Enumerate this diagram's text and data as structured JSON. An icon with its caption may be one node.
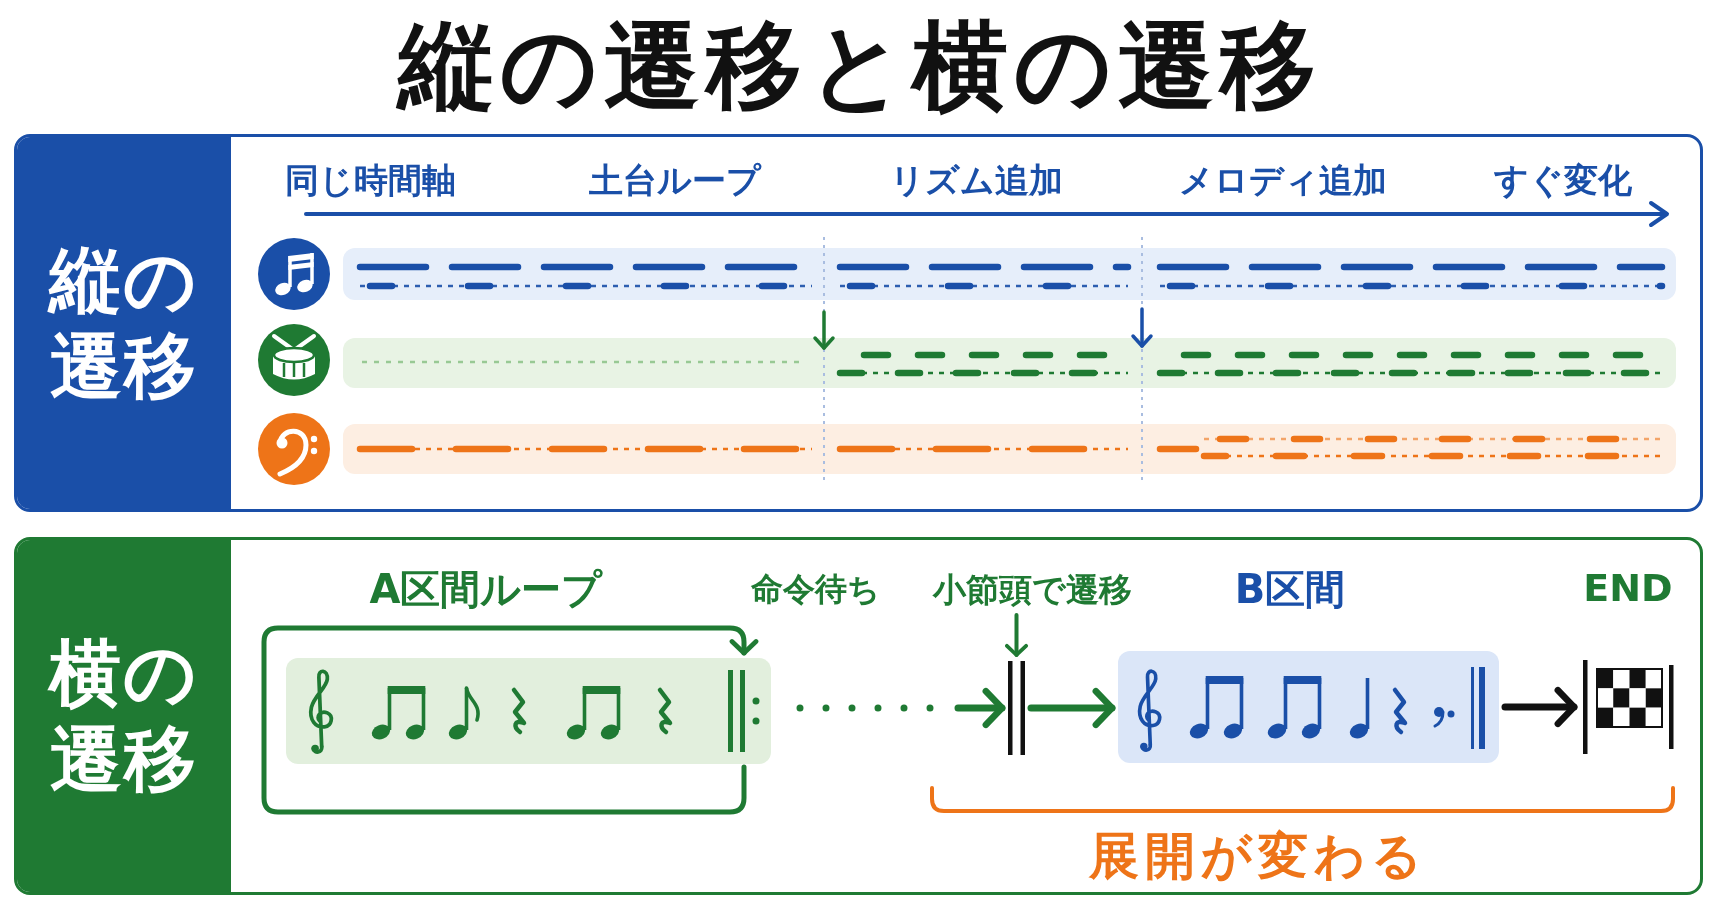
{
  "diagram": {
    "title": "縦の遷移と横の遷移",
    "nodes": [
      {
        "text": [
          "縦の遷移"
        ]
      },
      {
        "text": [
          "横の遷移"
        ]
      },
      {
        "text": [
          "A区間ループ"
        ],
        "in": 1
      },
      {
        "text": [
          "小節頭で遷移"
        ],
        "in": 1
      },
      {
        "text": [],
        "shape": "bar",
        "in": 1
      },
      {
        "text": [
          "B区間"
        ],
        "in": 1
      },
      {
        "text": [
          "END"
        ],
        "in": 1
      }
    ],
    "edges": [
      {
        "from": 2,
        "to": 2,
        "arrow": "to"
      },
      {
        "from": 2,
        "to": 4,
        "arrow": "to",
        "style": "dashed"
      },
      {
        "from": 3,
        "to": 4,
        "arrow": "to"
      },
      {
        "from": 4,
        "to": 5,
        "arrow": "to"
      },
      {
        "from": 5,
        "to": 6,
        "arrow": "to",
        "color": "#111111"
      }
    ],
    "labels": [
      "同じ時間軸",
      "土台ループ",
      "リズム追加",
      "メロディ追加",
      "すぐ変化",
      "命令待ち",
      "展開が変わる"
    ]
  }
}
